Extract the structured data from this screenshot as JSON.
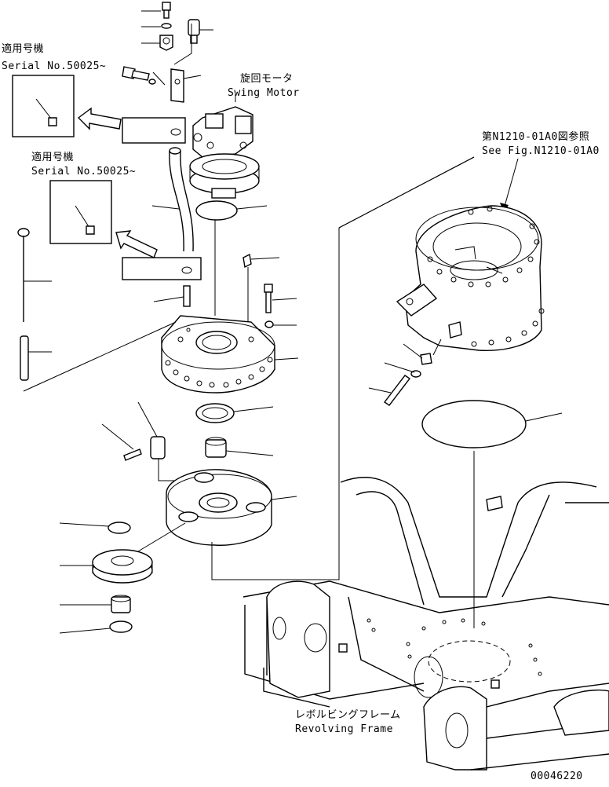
{
  "labels": {
    "serial_jp_1": "適用号機",
    "serial_en_1": "Serial No.50025~",
    "serial_jp_2": "適用号機",
    "serial_en_2": "Serial No.50025~",
    "swing_motor_jp": "旋回モータ",
    "swing_motor_en": "Swing Motor",
    "see_fig_jp": "第N1210-01A0図参照",
    "see_fig_en": "See Fig.N1210-01A0",
    "frame_jp": "レボルビングフレーム",
    "frame_en": "Revolving Frame",
    "drawing_number": "00046220"
  },
  "icons": {
    "arrow_1": "hollow-arrow-left",
    "arrow_2": "hollow-arrow-up-left",
    "pointer": "solid-arrow-head"
  }
}
